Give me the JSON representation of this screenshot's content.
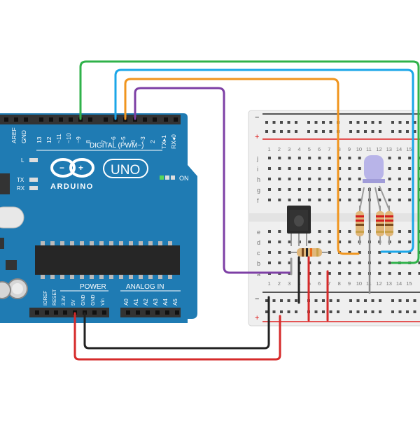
{
  "board": {
    "name": "Arduino Uno",
    "logo_text": "ARDUINO",
    "model": "UNO",
    "on_label": "ON",
    "l_label": "L",
    "tx_label": "TX",
    "rx_label": "RX",
    "digital_label": "DIGITAL (PWM~)",
    "power_label": "POWER",
    "analog_label": "ANALOG IN",
    "top_pins": [
      "AREF",
      "GND",
      "13",
      "12",
      "~11",
      "~10",
      "~9",
      "8",
      "7",
      "~6",
      "~5",
      "4",
      "~3",
      "2",
      "TX▸1",
      "RX◂0"
    ],
    "power_pins": [
      "IOREF",
      "RESET",
      "3.3V",
      "5V",
      "GND",
      "GND",
      "Vin"
    ],
    "analog_pins": [
      "A0",
      "A1",
      "A2",
      "A3",
      "A4",
      "A5"
    ],
    "colors": {
      "board": "#1f7bb3",
      "board_dark": "#15608f",
      "header": "#333333"
    }
  },
  "breadboard": {
    "rail_minus": "−",
    "rail_plus": "+",
    "row_letters_top": [
      "j",
      "i",
      "h",
      "g",
      "f"
    ],
    "row_letters_bottom": [
      "e",
      "d",
      "c",
      "b",
      "a"
    ],
    "column_numbers": [
      "1",
      "2",
      "3",
      "4",
      "5",
      "6",
      "7",
      "8",
      "9",
      "10",
      "11",
      "12",
      "13",
      "14",
      "15"
    ],
    "colors": {
      "body": "#efefef",
      "hole": "#4a4a4a",
      "rail_red": "#e02020",
      "rail_black": "#222222"
    }
  },
  "components": {
    "ir_receiver": "ir-receiver",
    "rgb_led": "rgb-led",
    "resistors": [
      "ir-pullup-resistor",
      "red-channel-resistor",
      "green-channel-resistor",
      "blue-channel-resistor"
    ]
  },
  "wires": {
    "colors": {
      "green": "#2fb24a",
      "blue": "#1aa6e8",
      "orange": "#f0951e",
      "purple": "#7d3fa5",
      "red": "#d62a2a",
      "black": "#222222"
    }
  }
}
